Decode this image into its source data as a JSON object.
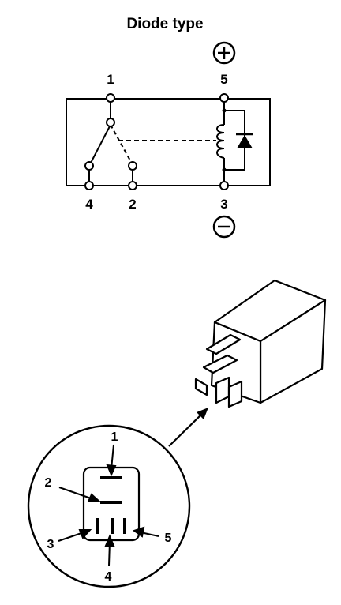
{
  "diagram": {
    "title": "Diode type",
    "schematic": {
      "terminal_labels": {
        "t1": "1",
        "t5": "5",
        "t4": "4",
        "t2": "2",
        "t3": "3"
      },
      "positive_symbol": "plus-in-circle",
      "negative_symbol": "minus-in-circle"
    },
    "connector_view": {
      "callout_labels": {
        "c1": "1",
        "c2": "2",
        "c3": "3",
        "c4": "4",
        "c5": "5"
      }
    }
  }
}
